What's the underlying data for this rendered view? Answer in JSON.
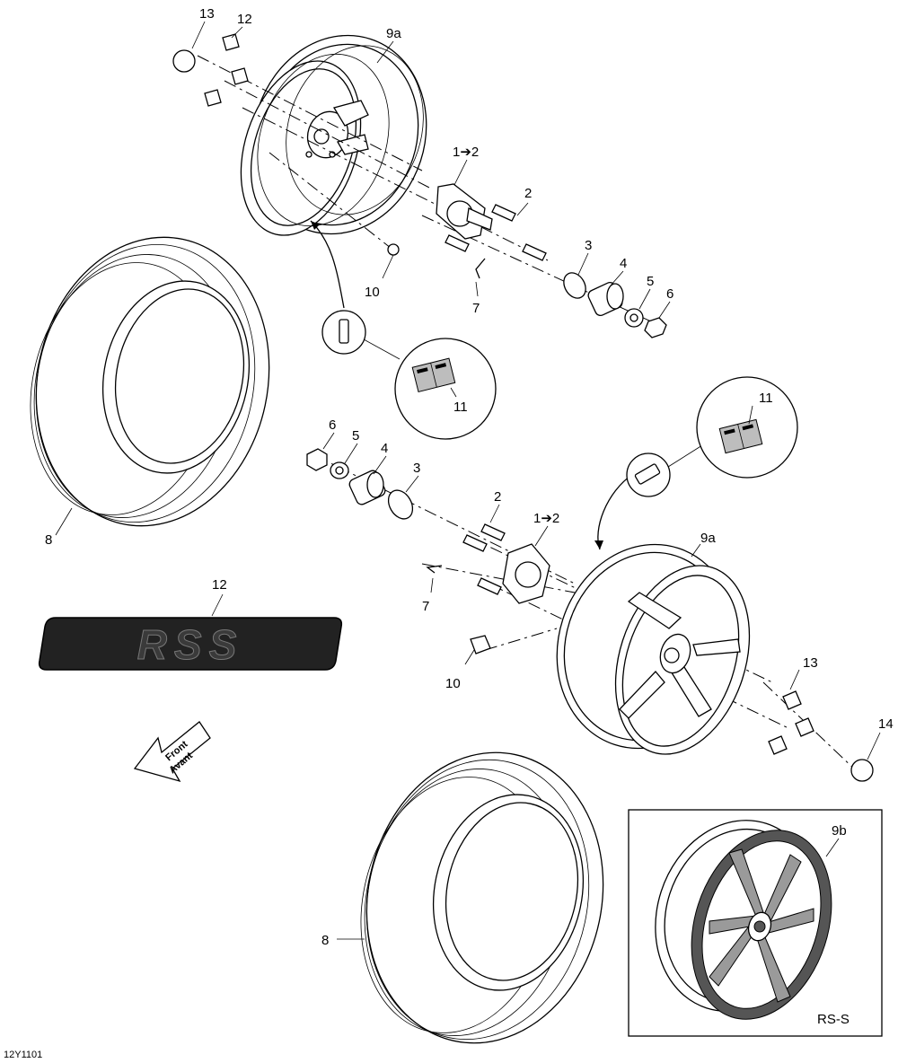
{
  "diagram": {
    "figure_code": "12Y1101",
    "inset_label": "RS-S",
    "direction_arrow": {
      "line1": "Front",
      "line2": "Avant"
    },
    "logo_text": "RSS",
    "callouts": {
      "c13_top": "13",
      "c12_top": "12",
      "c9a_top": "9a",
      "c1to2_top": "1➔2",
      "c2_top": "2",
      "c3_top": "3",
      "c4_top": "4",
      "c5_top": "5",
      "c6_top": "6",
      "c7_top": "7",
      "c10_top": "10",
      "c11_left": "11",
      "c8_top": "8",
      "c6_mid": "6",
      "c5_mid": "5",
      "c4_mid": "4",
      "c3_mid": "3",
      "c2_mid": "2",
      "c1to2_mid": "1➔2",
      "c11_right": "11",
      "c9a_mid": "9a",
      "c7_mid": "7",
      "c12_logo": "12",
      "c10_mid": "10",
      "c13_mid": "13",
      "c14": "14",
      "c9b": "9b",
      "c8_bottom": "8"
    }
  }
}
